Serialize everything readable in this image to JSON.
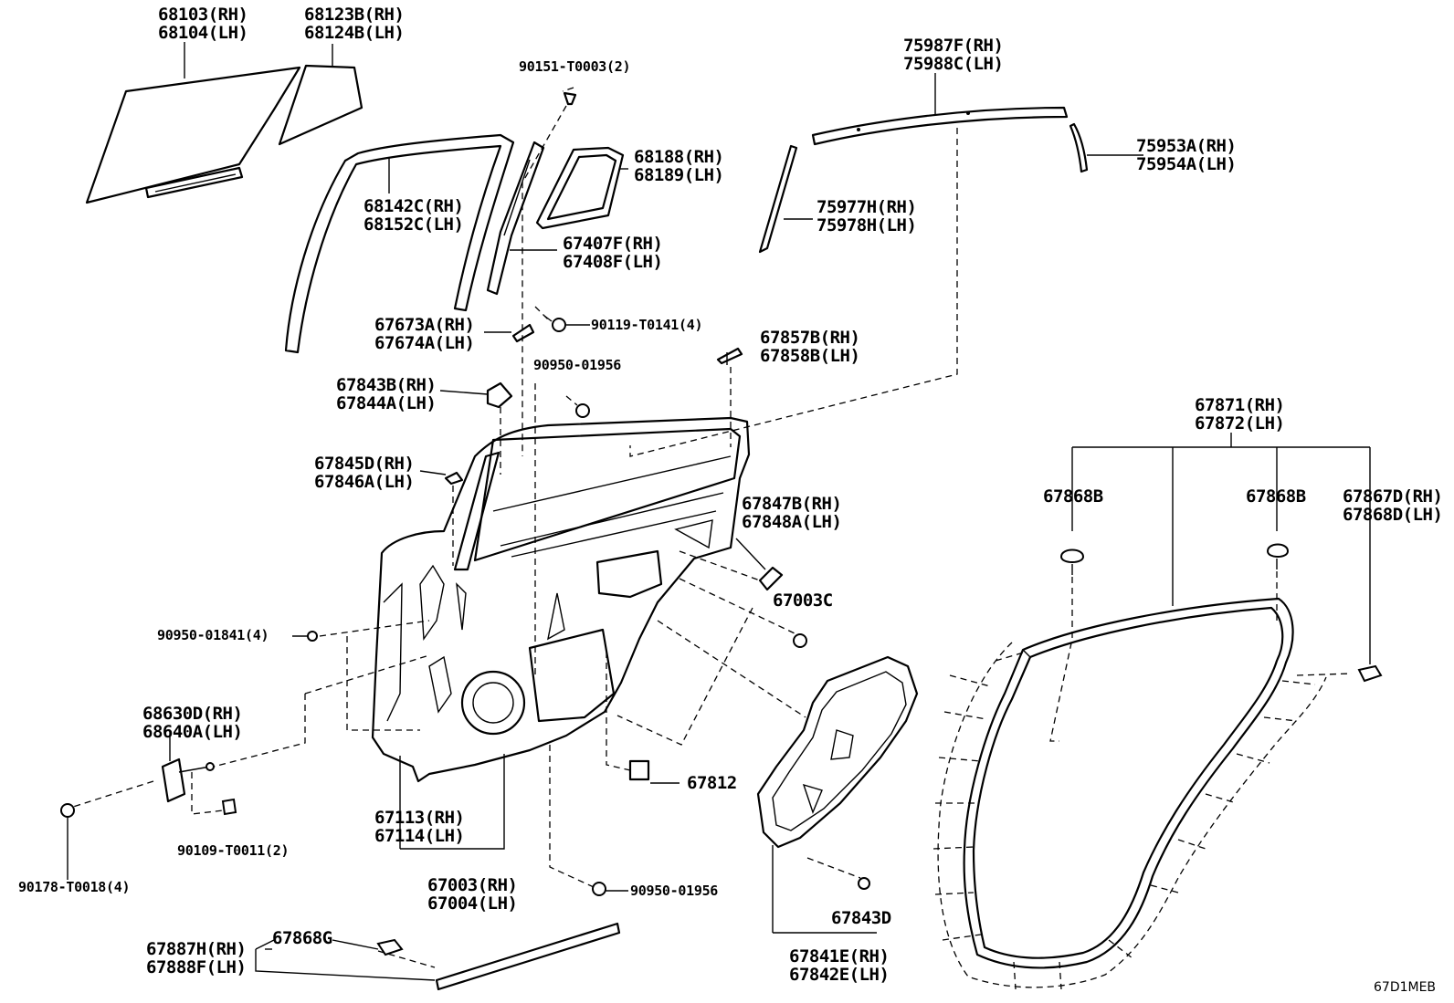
{
  "labels": {
    "p68103": [
      "68103(RH)",
      "68104(LH)"
    ],
    "p68123": [
      "68123B(RH)",
      "68124B(LH)"
    ],
    "p90151": [
      "90151-T0003(2)"
    ],
    "p75987": [
      "75987F(RH)",
      "75988C(LH)"
    ],
    "p68142": [
      "68142C(RH)",
      "68152C(LH)"
    ],
    "p68188": [
      "68188(RH)",
      "68189(LH)"
    ],
    "p75953": [
      "75953A(RH)",
      "75954A(LH)"
    ],
    "p75977": [
      "75977H(RH)",
      "75978H(LH)"
    ],
    "p67407": [
      "67407F(RH)",
      "67408F(LH)"
    ],
    "p67673": [
      "67673A(RH)",
      "67674A(LH)"
    ],
    "p90119": [
      "90119-T0141(4)"
    ],
    "p67857": [
      "67857B(RH)",
      "67858B(LH)"
    ],
    "p90950a": [
      "90950-01956"
    ],
    "p67843b": [
      "67843B(RH)",
      "67844A(LH)"
    ],
    "p67871": [
      "67871(RH)",
      "67872(LH)"
    ],
    "p67845": [
      "67845D(RH)",
      "67846A(LH)"
    ],
    "p67847": [
      "67847B(RH)",
      "67848A(LH)"
    ],
    "p67868b1": [
      "67868B"
    ],
    "p67868b2": [
      "67868B"
    ],
    "p67867": [
      "67867D(RH)",
      "67868D(LH)"
    ],
    "p67003c": [
      "67003C"
    ],
    "p90950_01841": [
      "90950-01841(4)"
    ],
    "p68630": [
      "68630D(RH)",
      "68640A(LH)"
    ],
    "p67812": [
      "67812"
    ],
    "p67113": [
      "67113(RH)",
      "67114(LH)"
    ],
    "p90109": [
      "90109-T0011(2)"
    ],
    "p90178": [
      "90178-T0018(4)"
    ],
    "p67003": [
      "67003(RH)",
      "67004(LH)"
    ],
    "p90950b": [
      "90950-01956"
    ],
    "p67843d": [
      "67843D"
    ],
    "p67887": [
      "67887H(RH)",
      "67888F(LH)"
    ],
    "p67868g": [
      "67868G"
    ],
    "p67841": [
      "67841E(RH)",
      "67842E(LH)"
    ]
  },
  "diagram_code": "67D1MEB"
}
